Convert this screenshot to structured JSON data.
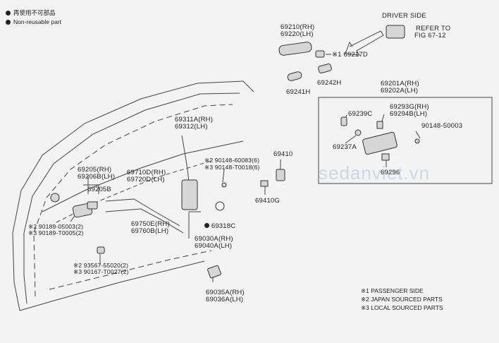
{
  "legend": {
    "non_reusable_jp": "再使用不可部品",
    "non_reusable": "Non-reusable part"
  },
  "driver_side": {
    "title": "DRIVER SIDE",
    "refer_1": "REFER TO",
    "refer_2": "FIG 67-12"
  },
  "labels": {
    "l69210": "69210(RH)",
    "l69220": "69220(LH)",
    "l69217": "※1 69217D",
    "l69241": "69241H",
    "l69242": "69242H",
    "l69201": "69201A(RH)",
    "l69202": "69202A(LH)",
    "l69293": "69293G(RH)",
    "l69294": "69294B(LH)",
    "l69239": "69239C",
    "l90148_500": "90148-50003",
    "l69237": "69237A",
    "l69296": "69296",
    "l69311": "69311A(RH)",
    "l69312": "69312(LH)",
    "l90148_600": "※2 90148-60083(6)",
    "l90148_t00": "※3 90148-T0018(6)",
    "l69410": "69410",
    "l69410g": "69410G",
    "l69205": "69205(RH)",
    "l69206": "69206B(LH)",
    "l69710": "69710D(RH)",
    "l69720": "69720D(LH)",
    "l69205b": "69205B",
    "l90189_050": "※2 90189-05003(2)",
    "l90189_t00": "※3 90189-T0005(2)",
    "l69750": "69750E(RH)",
    "l69760": "69760B(LH)",
    "l69318": "69318C",
    "l69030": "69030A(RH)",
    "l69040": "69040A(LH)",
    "l93567": "※2 93567-55020(2)",
    "l90167": "※3 90167-T0027(2)",
    "l69035": "69035A(RH)",
    "l69036": "69036A(LH)"
  },
  "notes": [
    "※1 PASSENGER SIDE",
    "※2 JAPAN SOURCED PARTS",
    "※3 LOCAL SOURCED PARTS"
  ],
  "watermark": "sedanviet.vn"
}
